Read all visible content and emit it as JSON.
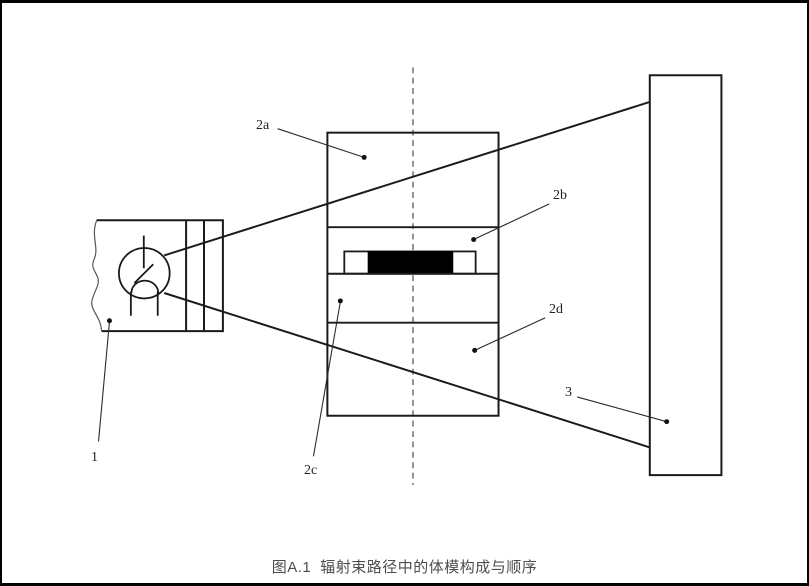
{
  "figure": {
    "caption": {
      "prefix": "图A.1",
      "text": "辐射束路径中的体模构成与顺序"
    },
    "labels": {
      "source": "1",
      "phantom_a": "2a",
      "insert_b": "2b",
      "phantom_c": "2c",
      "phantom_d": "2d",
      "detector": "3"
    },
    "colors": {
      "line": "#1a1a1a",
      "leader": "#2b2b2b",
      "axis_dash": "#7a7a7a",
      "caption_text": "#4d4d4d",
      "insert_fill": "#000000"
    }
  }
}
